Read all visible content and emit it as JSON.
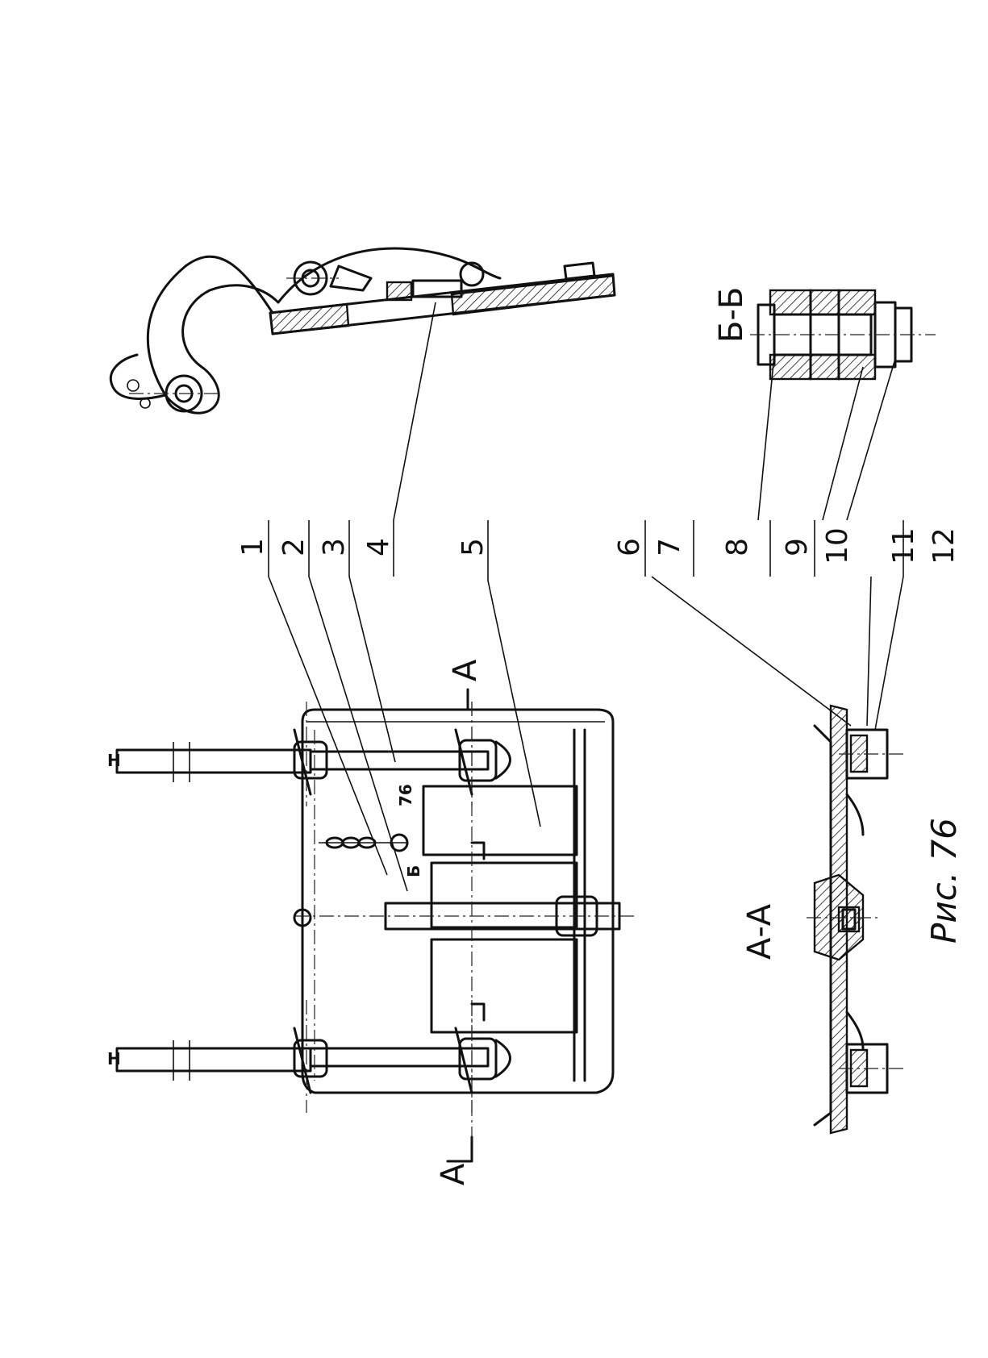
{
  "diagram": {
    "caption": "Рис. 76",
    "sections": {
      "section_a_label": "А-А",
      "section_b_label": "Б-Б",
      "cut_marker_left": "А",
      "cut_marker_right": "А",
      "cut_marker_b": "Б",
      "ref_76": "76"
    },
    "callouts": [
      {
        "id": "c1",
        "text": "1"
      },
      {
        "id": "c2",
        "text": "2"
      },
      {
        "id": "c3",
        "text": "3"
      },
      {
        "id": "c4",
        "text": "4"
      },
      {
        "id": "c5",
        "text": "5"
      },
      {
        "id": "c6",
        "text": "6"
      },
      {
        "id": "c7",
        "text": "7"
      },
      {
        "id": "c8",
        "text": "8"
      },
      {
        "id": "c9",
        "text": "9"
      },
      {
        "id": "c10",
        "text": "10"
      },
      {
        "id": "c11",
        "text": "11"
      },
      {
        "id": "c12",
        "text": "12"
      }
    ]
  }
}
